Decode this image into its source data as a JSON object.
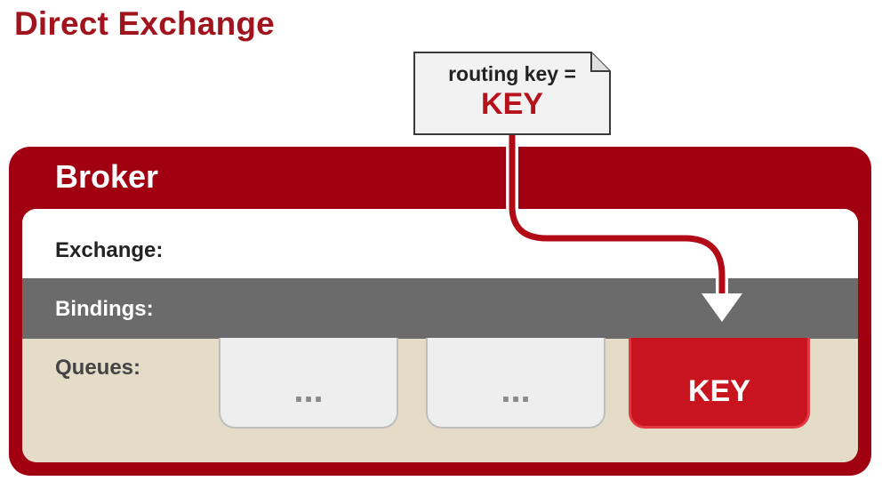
{
  "title": "Direct Exchange",
  "message": {
    "line1": "routing key =",
    "line2": "KEY"
  },
  "broker": {
    "label": "Broker",
    "rows": {
      "exchange": "Exchange:",
      "bindings": "Bindings:",
      "queues": "Queues:"
    }
  },
  "queues": [
    {
      "label": "...",
      "highlighted": false
    },
    {
      "label": "...",
      "highlighted": false
    },
    {
      "label": "KEY",
      "highlighted": true
    }
  ],
  "colors": {
    "brand_red": "#a00010",
    "title_red": "#a0141d",
    "bindings_grey": "#6b6b6b",
    "queues_bg": "#e4dcc6",
    "queue_highlight": "#c8141e"
  },
  "icons": {
    "message": "document-dogear-icon",
    "route": "route-arrow-icon"
  }
}
